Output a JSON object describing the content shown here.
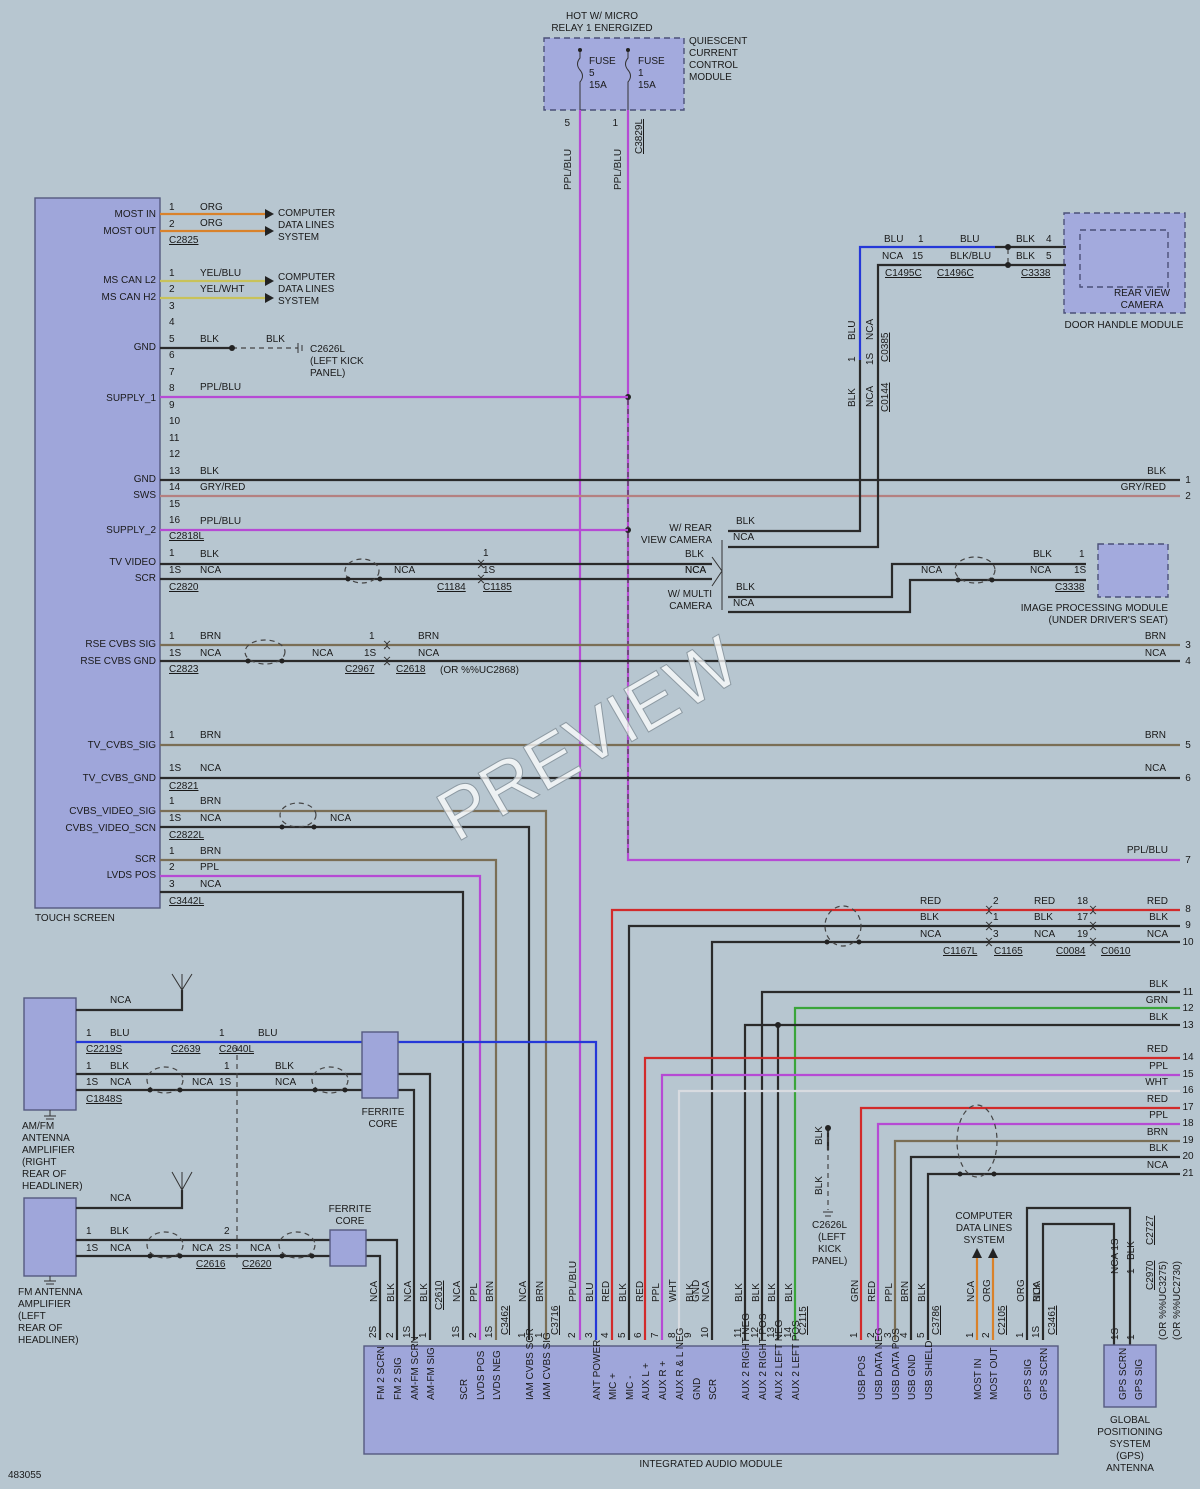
{
  "header": {
    "hot_label_1": "HOT W/ MICRO",
    "hot_label_2": "RELAY 1 ENERGIZED"
  },
  "qccm": {
    "name_lines": [
      "QUIESCENT",
      "CURRENT",
      "CONTROL",
      "MODULE"
    ],
    "fuse5": [
      "FUSE",
      "5",
      "15A"
    ],
    "fuse1": [
      "FUSE",
      "1",
      "15A"
    ],
    "pin5": "5",
    "pin1": "1",
    "connector": "C3829L",
    "wire5": "PPL/BLU",
    "wire1": "PPL/BLU"
  },
  "touch_screen": {
    "title": "TOUCH SCREEN",
    "signals": [
      "MOST IN",
      "MOST OUT",
      "MS CAN L2",
      "MS CAN H2",
      "GND",
      "SUPPLY_1",
      "GND",
      "SWS",
      "SUPPLY_2",
      "TV VIDEO",
      "SCR",
      "RSE CVBS SIG",
      "RSE CVBS GND",
      "TV_CVBS_SIG",
      "TV_CVBS_GND",
      "CVBS_VIDEO_SIG",
      "CVBS_VIDEO_SCN",
      "SCR",
      "LVDS POS"
    ],
    "pins": [
      "1",
      "2",
      "1",
      "2",
      "3",
      "4",
      "5",
      "6",
      "7",
      "8",
      "9",
      "10",
      "11",
      "12",
      "13",
      "14",
      "15",
      "16",
      "1",
      "1S",
      "1",
      "1S",
      "1",
      "1S",
      "1",
      "1S",
      "1",
      "2",
      "3"
    ],
    "wire_labels": [
      "ORG",
      "ORG",
      "YEL/BLU",
      "YEL/WHT",
      "BLK",
      "BLK",
      "PPL/BLU",
      "BLK",
      "GRY/RED",
      "PPL/BLU",
      "BLK",
      "NCA",
      "NCA",
      "BRN",
      "NCA",
      "NCA",
      "BRN",
      "NCA",
      "BRN",
      "NCA",
      "NCA",
      "BRN",
      "PPL",
      "NCA"
    ],
    "connectors": [
      "C2825",
      "C2818L",
      "C2820",
      "C2823",
      "C2821",
      "C2822L",
      "C3442L"
    ],
    "cdl_1": [
      "COMPUTER",
      "DATA LINES",
      "SYSTEM"
    ],
    "cdl_2": [
      "COMPUTER",
      "DATA LINES",
      "SYSTEM"
    ],
    "gnd_conn": [
      "C2626L",
      "(LEFT KICK",
      "PANEL)"
    ]
  },
  "right_side": {
    "labels": [
      "BLK",
      "GRY/RED",
      "BRN",
      "NCA",
      "BRN",
      "NCA",
      "PPL/BLU",
      "RED",
      "BLK",
      "NCA",
      "BLK",
      "GRN",
      "BLK",
      "RED",
      "PPL",
      "WHT",
      "RED",
      "PPL",
      "BRN",
      "BLK",
      "NCA"
    ],
    "numbers": [
      "1",
      "2",
      "3",
      "4",
      "5",
      "6",
      "7",
      "8",
      "9",
      "10",
      "11",
      "12",
      "13",
      "14",
      "15",
      "16",
      "17",
      "18",
      "19",
      "20",
      "21"
    ]
  },
  "cameras": {
    "rear_view_lines": [
      "W/ REAR",
      "VIEW CAMERA"
    ],
    "multi_lines": [
      "W/ MULTI",
      "CAMERA"
    ],
    "labels": [
      "BLK",
      "NCA",
      "BLK",
      "NCA",
      "BLK",
      "NCA",
      "NCA",
      "BLK",
      "NCA"
    ],
    "door_handle": {
      "title": "DOOR HANDLE MODULE",
      "camera": [
        "REAR VIEW",
        "CAMERA"
      ],
      "wires": [
        "BLU",
        "BLU",
        "BLK",
        "NCA",
        "BLK/BLU",
        "BLK"
      ],
      "pins": [
        "1",
        "15",
        "4",
        "5"
      ],
      "connectors": [
        "C1495C",
        "C1496C",
        "C3338"
      ]
    },
    "vertical": {
      "wires": [
        "BLU",
        "NCA",
        "BLK",
        "NCA"
      ],
      "pins": [
        "1",
        "1S"
      ],
      "connectors": [
        "C0385",
        "C0144"
      ]
    },
    "image_module": {
      "title_lines": [
        "IMAGE PROCESSING MODULE",
        "(UNDER DRIVER'S SEAT)"
      ],
      "wires": [
        "BLK",
        "NCA"
      ],
      "pins": [
        "1",
        "1S"
      ],
      "connector": "C3338"
    }
  },
  "inline": {
    "tv_connectors": [
      "C1184",
      "C1185"
    ],
    "tv_pins": [
      "1",
      "1S"
    ],
    "tv_nca": "NCA",
    "rse_connectors": [
      "C2967",
      "C2618"
    ],
    "rse_pins": [
      "1",
      "1S"
    ],
    "rse_note": "(OR %%UC2868)",
    "rse_wires": [
      "BRN",
      "NCA",
      "NCA"
    ]
  },
  "upper_right_inline": {
    "wires": [
      "RED",
      "BLK",
      "NCA",
      "RED",
      "BLK",
      "NCA"
    ],
    "pins": [
      "2",
      "1",
      "3",
      "18",
      "17",
      "19"
    ],
    "connectors": [
      "C1167L",
      "C1165",
      "C0084",
      "C0610"
    ]
  },
  "am_fm": {
    "name_lines": [
      "AM/FM",
      "ANTENNA",
      "AMPLIFIER",
      "(RIGHT",
      "REAR OF",
      "HEADLINER)"
    ],
    "wires": [
      "NCA",
      "BLU",
      "BLU",
      "BLK",
      "NCA",
      "NCA",
      "BLK",
      "NCA"
    ],
    "pins": [
      "1",
      "1",
      "1",
      "1S",
      "1",
      "1S"
    ],
    "connectors": [
      "C2219S",
      "C2639",
      "C2640L",
      "C1848S"
    ],
    "ferrite": [
      "FERRITE",
      "CORE"
    ]
  },
  "fm": {
    "name_lines": [
      "FM ANTENNA",
      "AMPLIFIER",
      "(LEFT",
      "REAR OF",
      "HEADLINER)"
    ],
    "wires": [
      "NCA",
      "BLK",
      "NCA",
      "NCA",
      "NCA"
    ],
    "pins": [
      "1",
      "1S",
      "2",
      "2S"
    ],
    "connectors": [
      "C2616",
      "C2620"
    ],
    "ferrite": [
      "FERRITE",
      "CORE"
    ]
  },
  "iam": {
    "title": "INTEGRATED AUDIO MODULE",
    "pin_labels": [
      "FM 2 SCRN",
      "FM 2 SIG",
      "AM-FM SCRN",
      "AM-FM SIG",
      "SCR",
      "LVDS POS",
      "LVDS NEG",
      "IAM CVBS SCR",
      "IAM CVBS SIG",
      "ANT POWER",
      "MIC +",
      "MIC -",
      "AUX L +",
      "AUX R +",
      "AUX R & L NEG",
      "GND",
      "SCR",
      "AUX 2 RIGHT NEG",
      "AUX 2 RIGHT POS",
      "AUX 2 LEFT NEG",
      "AUX 2 LEFT POS",
      "USB POS",
      "USB DATA NEG",
      "USB DATA POS",
      "USB GND",
      "USB SHIELD",
      "MOST IN",
      "MOST OUT",
      "GPS SIG",
      "GPS SCRN"
    ],
    "pin_numbers": [
      "2S",
      "2",
      "1S",
      "1",
      "1S",
      "2",
      "1S",
      "1",
      "1",
      "2",
      "3",
      "4",
      "5",
      "6",
      "7",
      "8",
      "9",
      "10",
      "11",
      "12",
      "13",
      "14",
      "1",
      "2",
      "3",
      "4",
      "5",
      "1",
      "2",
      "1",
      "1S"
    ],
    "wire_labels": [
      "NCA",
      "BLK",
      "NCA",
      "BLK",
      "NCA",
      "PPL",
      "BRN",
      "NCA",
      "BRN",
      "PPL/BLU",
      "BLU",
      "RED",
      "BLK",
      "RED",
      "PPL",
      "WHT",
      "BLK",
      "GND",
      "NCA",
      "BLK",
      "BLK",
      "BLK",
      "BLK",
      "GRN",
      "RED",
      "PPL",
      "BRN",
      "BLK",
      "NCA",
      "ORG",
      "ORG",
      "BLK",
      "NCA"
    ],
    "connectors": [
      "C2610",
      "C3462",
      "C3716",
      "C2115",
      "C3786",
      "C2105",
      "C3461"
    ]
  },
  "mic_gnd": {
    "wires": [
      "BLK",
      "BLK"
    ],
    "connector_lines": [
      "C2626L",
      "(LEFT",
      "KICK",
      "PANEL)"
    ]
  },
  "cdl_bottom": [
    "COMPUTER",
    "DATA LINES",
    "SYSTEM"
  ],
  "gps": {
    "name_lines": [
      "GLOBAL",
      "POSITIONING",
      "SYSTEM",
      "(GPS)",
      "ANTENNA"
    ],
    "pin_labels": [
      "GPS SCRN",
      "GPS SIG"
    ],
    "pins": [
      "1S",
      "1"
    ],
    "wires": [
      "NCA 1S",
      "BLK",
      "1"
    ],
    "connectors": [
      "C2727",
      "C2970"
    ],
    "alt_notes": [
      "(OR %%UC3275)",
      "(OR %%UC2730)"
    ]
  },
  "watermark": "PREVIEW",
  "figure_id": "483055"
}
